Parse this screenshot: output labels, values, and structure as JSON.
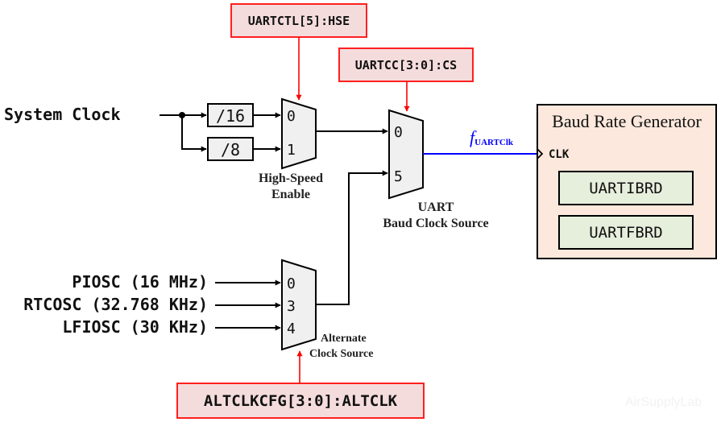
{
  "colors": {
    "control": "#ff0000",
    "control_fill": "#f5dcdc",
    "signal": "#000000",
    "clock_out": "#0000ff",
    "mux_fill": "#f0f0f0",
    "generator_fill": "#fce8dc",
    "register_fill": "#e6eedc"
  },
  "control_registers": {
    "hse": "UARTCTL[5]:HSE",
    "cs": "UARTCC[3:0]:CS",
    "altclk": "ALTCLKCFG[3:0]:ALTCLK"
  },
  "inputs": {
    "system_clock": "System Clock",
    "piosc": "PIOSC (16 MHz)",
    "rtcosc": "RTCOSC (32.768 KHz)",
    "lfiosc": "LFIOSC (30 KHz)"
  },
  "dividers": [
    "/16",
    "/8"
  ],
  "muxes": {
    "hse": {
      "ports": [
        "0",
        "1"
      ],
      "caption": [
        "High-Speed",
        "Enable"
      ]
    },
    "baud": {
      "ports": [
        "0",
        "5"
      ],
      "caption": [
        "UART",
        "Baud Clock Source"
      ]
    },
    "alt": {
      "ports": [
        "0",
        "3",
        "4"
      ],
      "caption": [
        "Alternate",
        "Clock Source"
      ]
    }
  },
  "clock_signal": {
    "symbol": "f",
    "subscript": "UARTClk"
  },
  "baud_generator": {
    "title": "Baud Rate Generator",
    "clk_label": "CLK",
    "registers": [
      "UARTIBRD",
      "UARTFBRD"
    ]
  },
  "watermark": "AirSupplyLab"
}
